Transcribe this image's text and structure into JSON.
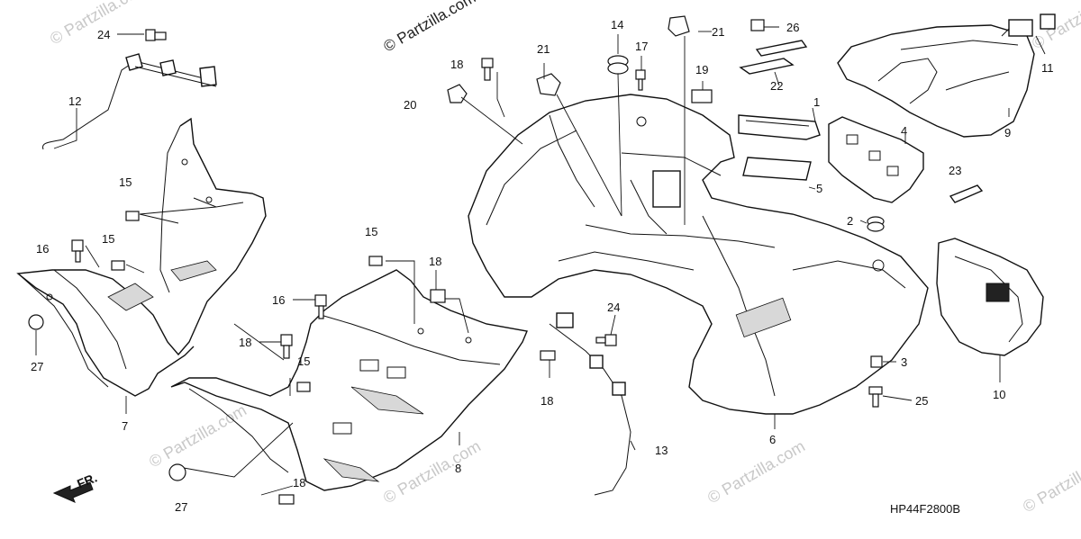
{
  "copyright": "© Partzilla.com",
  "watermark": "© Partzilla.com",
  "diagram_code": "HP44F2800B",
  "front_indicator": "FR.",
  "callouts": {
    "c1": "1",
    "c2": "2",
    "c3": "3",
    "c4": "4",
    "c5": "5",
    "c6": "6",
    "c7": "7",
    "c8": "8",
    "c9": "9",
    "c10": "10",
    "c11": "11",
    "c12": "12",
    "c13": "13",
    "c14": "14",
    "c15a": "15",
    "c15b": "15",
    "c15c": "15",
    "c15d": "15",
    "c16a": "16",
    "c16b": "16",
    "c17": "17",
    "c18a": "18",
    "c18b": "18",
    "c18c": "18",
    "c18d": "18",
    "c18e": "18",
    "c19": "19",
    "c20": "20",
    "c21a": "21",
    "c21b": "21",
    "c22": "22",
    "c23": "23",
    "c24a": "24",
    "c24b": "24",
    "c25": "25",
    "c26": "26",
    "c27a": "27",
    "c27b": "27"
  }
}
